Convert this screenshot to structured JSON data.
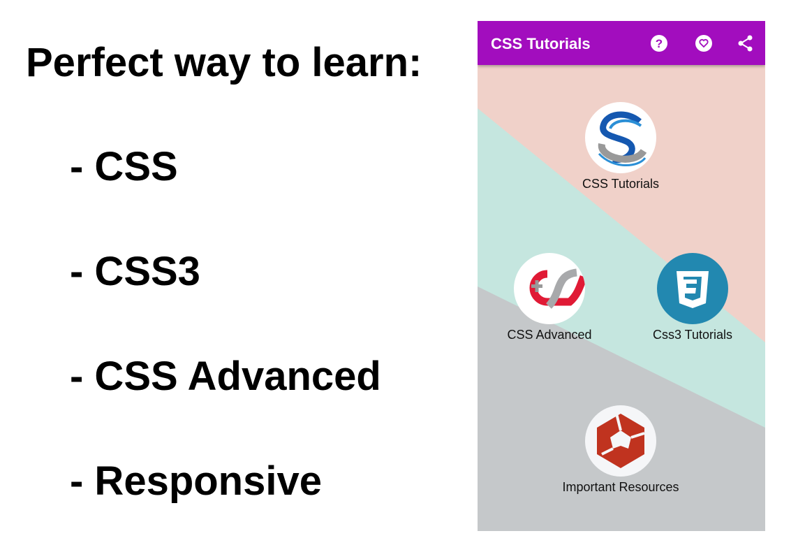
{
  "promo": {
    "headline": "Perfect way to learn:",
    "items": [
      "- CSS",
      "- CSS3",
      "- CSS Advanced",
      "- Responsive"
    ]
  },
  "app": {
    "title": "CSS Tutorials",
    "toolbar_icons": [
      "help-icon",
      "favorite-icon",
      "share-icon"
    ],
    "tiles": [
      {
        "label": "CSS Tutorials",
        "icon": "css-tutorials-logo"
      },
      {
        "label": "CSS Advanced",
        "icon": "css-advanced-logo"
      },
      {
        "label": "Css3 Tutorials",
        "icon": "css3-logo"
      },
      {
        "label": "Important Resources",
        "icon": "resources-logo"
      }
    ],
    "colors": {
      "appbar": "#a20dbe",
      "pink": "#f0d1c9",
      "teal": "#c5e6df",
      "gray": "#c5c8ca"
    }
  }
}
